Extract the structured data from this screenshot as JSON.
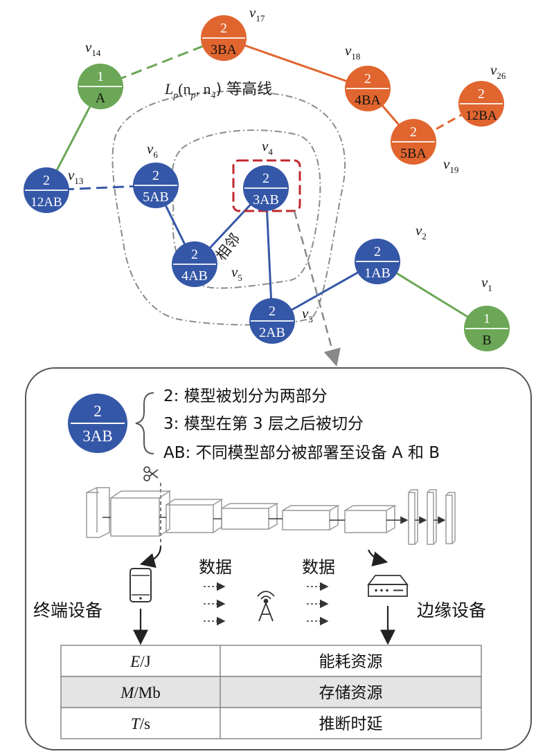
{
  "colors": {
    "blue": "#3557a7",
    "orange": "#e0652e",
    "green": "#6ba756",
    "highlight": "#c0272d",
    "contour": "#8a8a8a"
  },
  "graph": {
    "contour_label_L": "L",
    "contour_label_p": "p",
    "contour_label_args": "(n",
    "contour_label_p2": "p",
    "contour_label_mid": ", n",
    "contour_label_4": "4",
    "contour_label_end": ") 等高线",
    "adjacent_label": "相邻",
    "nodes": [
      {
        "id": "v14",
        "sub": "14",
        "top": "1",
        "bottom": "A",
        "color": "green"
      },
      {
        "id": "v17",
        "sub": "17",
        "top": "2",
        "bottom": "3BA",
        "color": "orange"
      },
      {
        "id": "v18",
        "sub": "18",
        "top": "2",
        "bottom": "4BA",
        "color": "orange"
      },
      {
        "id": "v26",
        "sub": "26",
        "top": "2",
        "bottom": "12BA",
        "color": "orange"
      },
      {
        "id": "v19",
        "sub": "19",
        "top": "2",
        "bottom": "5BA",
        "color": "orange"
      },
      {
        "id": "v13",
        "sub": "13",
        "top": "2",
        "bottom": "12AB",
        "color": "blue"
      },
      {
        "id": "v6",
        "sub": "6",
        "top": "2",
        "bottom": "5AB",
        "color": "blue"
      },
      {
        "id": "v4",
        "sub": "4",
        "top": "2",
        "bottom": "3AB",
        "color": "blue"
      },
      {
        "id": "v5",
        "sub": "5",
        "top": "2",
        "bottom": "4AB",
        "color": "blue"
      },
      {
        "id": "v3",
        "sub": "3",
        "top": "2",
        "bottom": "2AB",
        "color": "blue"
      },
      {
        "id": "v2",
        "sub": "2",
        "top": "2",
        "bottom": "1AB",
        "color": "blue"
      },
      {
        "id": "v1",
        "sub": "1",
        "top": "1",
        "bottom": "B",
        "color": "green"
      }
    ]
  },
  "legend": {
    "node_top": "2",
    "node_bottom": "3AB",
    "line1": "2: 模型被划分为两部分",
    "line2": "3: 模型在第 3 层之后被切分",
    "line3": "AB: 不同模型部分被部署至设备 A 和 B"
  },
  "flow": {
    "data_label_left": "数据",
    "data_label_right": "数据",
    "terminal_device": "终端设备",
    "edge_device": "边缘设备",
    "icons": {
      "scissors": "scissors-icon",
      "phone": "smartphone-icon",
      "antenna": "antenna-icon",
      "server": "edge-server-icon"
    }
  },
  "table": {
    "rows": [
      {
        "sym": "E",
        "unit": "/J",
        "desc": "能耗资源"
      },
      {
        "sym": "M",
        "unit": "/Mb",
        "desc": "存储资源"
      },
      {
        "sym": "T",
        "unit": "/s",
        "desc": "推断时延"
      }
    ]
  }
}
